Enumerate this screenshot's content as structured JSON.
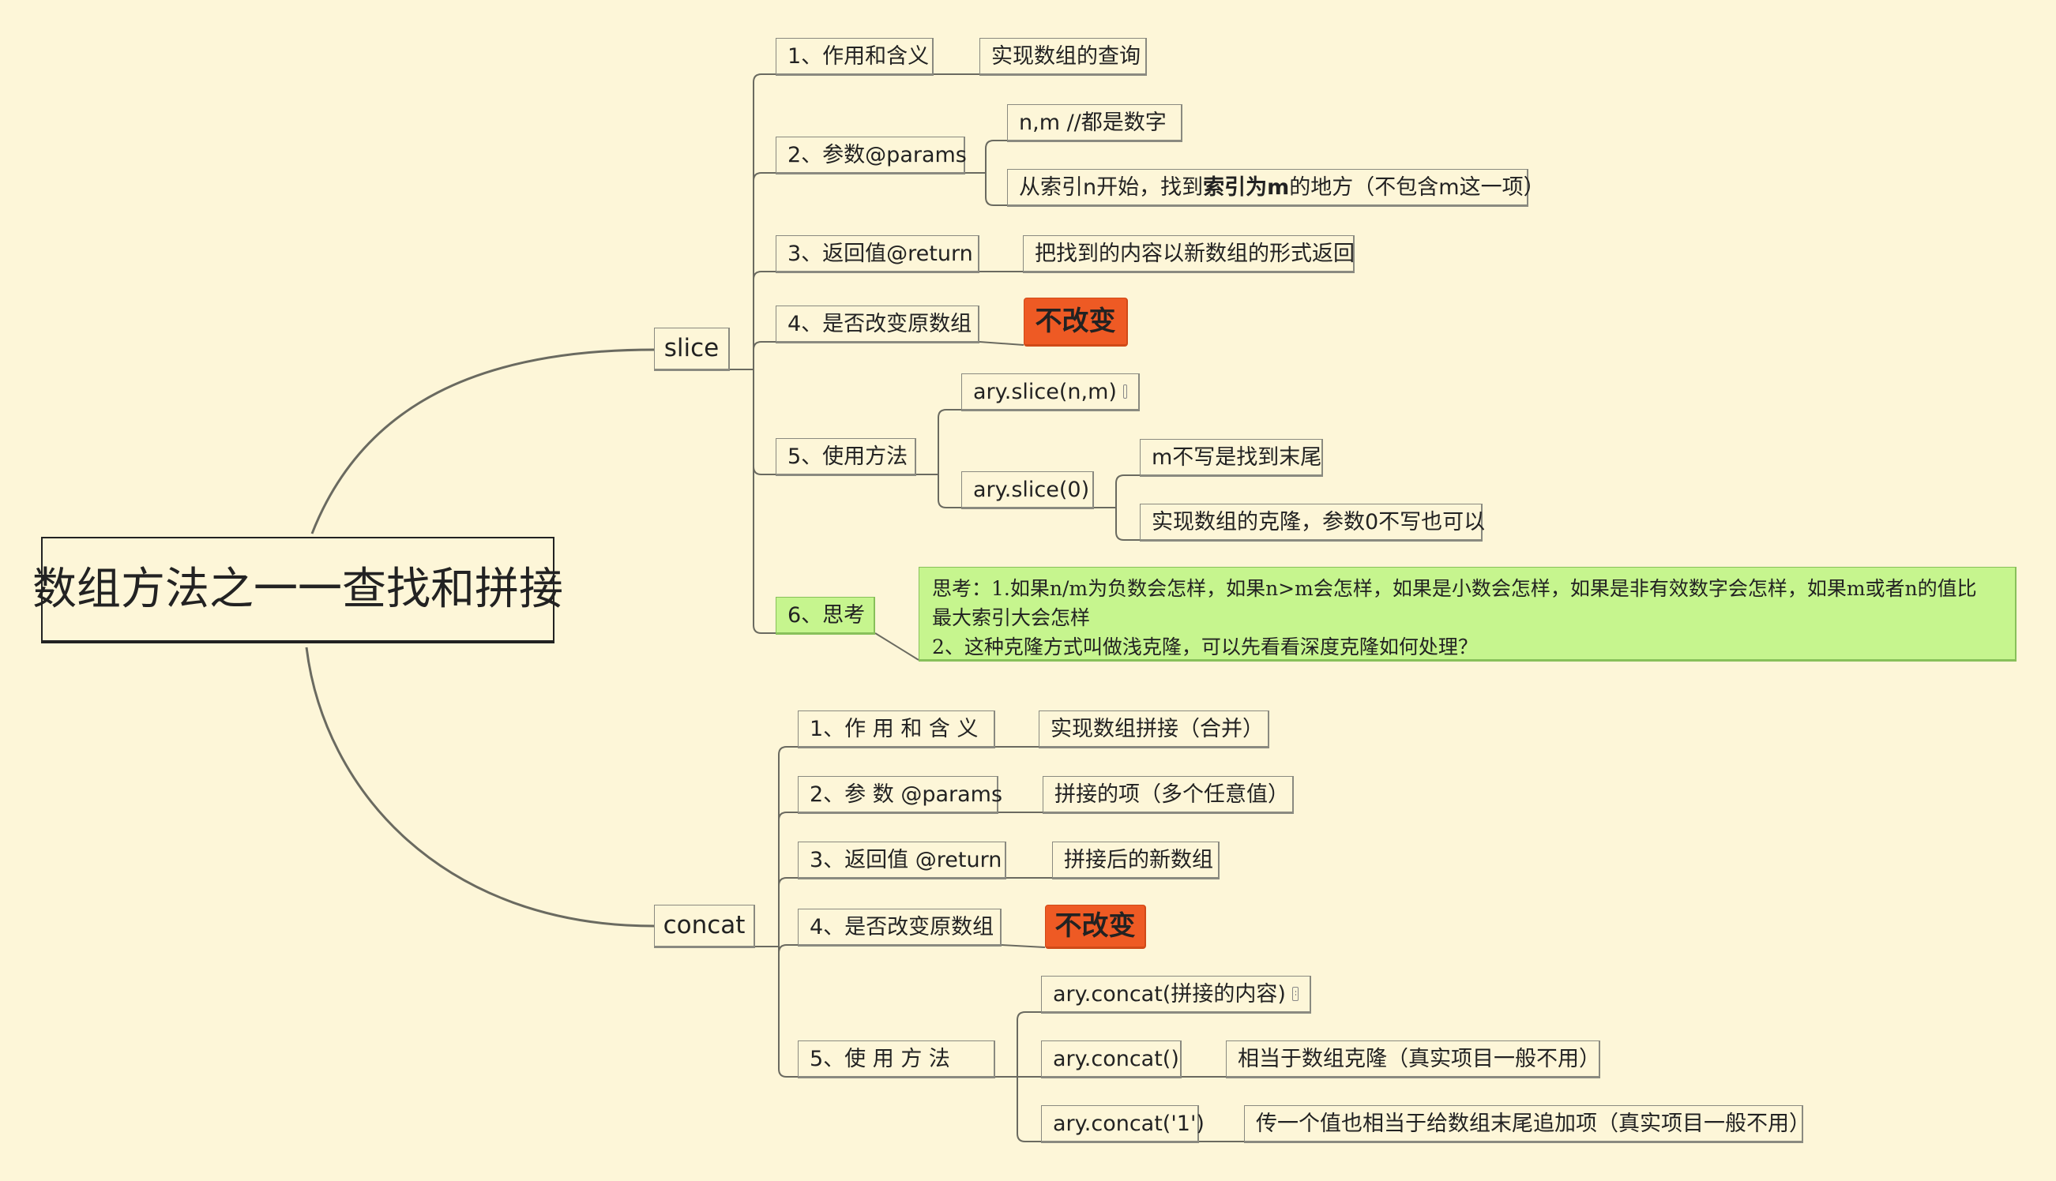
{
  "root": {
    "label": "数组方法之一一查找和拼接"
  },
  "slice": {
    "label": "slice",
    "items": [
      {
        "label": "1、作用和含义",
        "children": [
          {
            "label": "实现数组的查询"
          }
        ]
      },
      {
        "label": "2、参数@params",
        "children": [
          {
            "label": "n,m  //都是数字"
          },
          {
            "parts": [
              "从索引n开始，找到",
              "索引为m",
              "的地方（不包含m这一项）"
            ]
          }
        ]
      },
      {
        "label": "3、返回值@return",
        "children": [
          {
            "label": "把找到的内容以新数组的形式返回"
          }
        ]
      },
      {
        "label": "4、是否改变原数组",
        "children": [
          {
            "label": "不改变"
          }
        ]
      },
      {
        "label": "5、使用方法",
        "children": [
          {
            "label": "ary.slice(n,m)"
          },
          {
            "label": "ary.slice(0)",
            "children": [
              {
                "label": "m不写是找到末尾"
              },
              {
                "label": "实现数组的克隆，参数0不写也可以"
              }
            ]
          }
        ]
      },
      {
        "label": "6、思考",
        "note": {
          "line1": "思考：1.如果n/m为负数会怎样，如果n>m会怎样，如果是小数会怎样，如果是非有效数字会怎样，如果m或者n的值比",
          "line2": "最大索引大会怎样",
          "line3": "2、这种克隆方式叫做浅克隆，可以先看看深度克隆如何处理？"
        }
      }
    ]
  },
  "concat": {
    "label": "concat",
    "items": [
      {
        "label": "1、作 用 和 含 义",
        "children": [
          {
            "label": "实现数组拼接（合并）"
          }
        ]
      },
      {
        "label": "2、参 数 @params",
        "children": [
          {
            "label": "拼接的项（多个任意值）"
          }
        ]
      },
      {
        "label": "3、返回值 @return",
        "children": [
          {
            "label": "拼接后的新数组"
          }
        ]
      },
      {
        "label": "4、是否改变原数组",
        "children": [
          {
            "label": "不改变"
          }
        ]
      },
      {
        "label": "5、使  用  方  法",
        "children": [
          {
            "label": "ary.concat(拼接的内容)"
          },
          {
            "label": "ary.concat()",
            "children": [
              {
                "label": "相当于数组克隆（真实项目一般不用）"
              }
            ]
          },
          {
            "label": "ary.concat('1')",
            "children": [
              {
                "label": "传一个值也相当于给数组末尾追加项（真实项目一般不用）"
              }
            ]
          }
        ]
      }
    ]
  },
  "colors": {
    "background": "#fdf6d8",
    "line": "#6a6a60",
    "highlight": "#ee5a24",
    "note": "#c6f58e"
  }
}
